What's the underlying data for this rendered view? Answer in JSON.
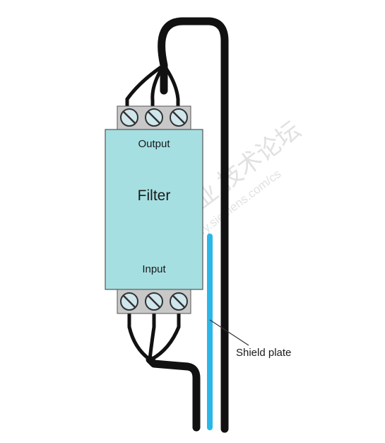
{
  "filter": {
    "title": "Filter",
    "output_label": "Output",
    "input_label": "Input"
  },
  "callout": {
    "label": "Shield plate"
  },
  "watermark": {
    "chinese": "西门子工业 技术论坛",
    "url": "support.industry.siemens.com/cs"
  },
  "colors": {
    "filter_body": "#a5dfe2",
    "terminal_block": "#c8c8c8",
    "cable": "#111111",
    "shield_plate": "#2ab7e8"
  }
}
